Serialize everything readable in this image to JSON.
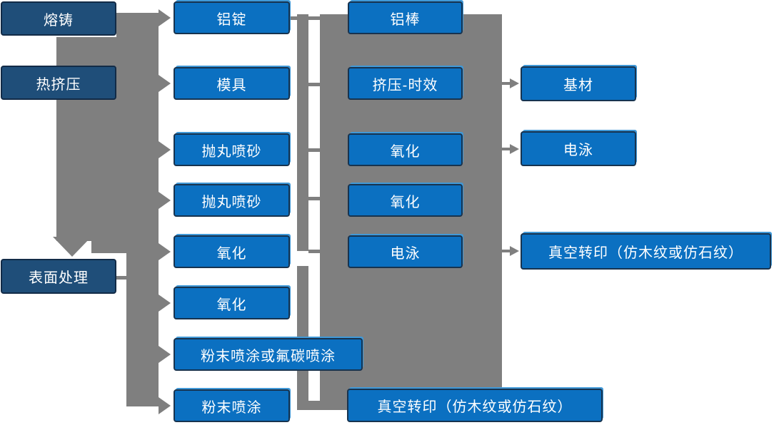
{
  "diagram": {
    "type": "flowchart",
    "title": "",
    "direction": "left-to-right",
    "description_visible_text_only": true
  },
  "nodes": {
    "melt_cast": "熔铸",
    "hot_extrusion": "热挤压",
    "surface_treatment": "表面处理",
    "al_ingot": "铝锭",
    "mold": "模具",
    "shot_blast_1": "抛丸喷砂",
    "shot_blast_2": "抛丸喷砂",
    "oxidation_1": "氧化",
    "oxidation_2": "氧化",
    "powder_or_fluorocarbon": "粉末喷涂或氟碳喷涂",
    "powder_coating": "粉末喷涂",
    "al_rod": "铝棒",
    "extrusion_aging": "挤压-时效",
    "oxidation_3": "氧化",
    "oxidation_4": "氧化",
    "electrophoresis_1": "电泳",
    "vacuum_transfer_1": "真空转印（仿木纹或仿石纹）",
    "substrate": "基材",
    "electrophoresis_2": "电泳",
    "vacuum_transfer_2": "真空转印（仿木纹或仿石纹）"
  },
  "edges": [
    {
      "from": "melt_cast",
      "to": "al_ingot"
    },
    {
      "from": "melt_cast",
      "to": "hot_extrusion"
    },
    {
      "from": "hot_extrusion",
      "to": "mold"
    },
    {
      "from": "hot_extrusion",
      "to": "shot_blast_1"
    },
    {
      "from": "hot_extrusion",
      "to": "shot_blast_2"
    },
    {
      "from": "hot_extrusion",
      "to": "oxidation_1"
    },
    {
      "from": "hot_extrusion",
      "to": "surface_treatment"
    },
    {
      "from": "surface_treatment",
      "to": "oxidation_1"
    },
    {
      "from": "surface_treatment",
      "to": "oxidation_2"
    },
    {
      "from": "surface_treatment",
      "to": "powder_or_fluorocarbon"
    },
    {
      "from": "surface_treatment",
      "to": "powder_coating"
    },
    {
      "from": "al_ingot",
      "to": "al_rod"
    },
    {
      "from": "extrusion_aging",
      "to": "substrate"
    },
    {
      "from": "oxidation_3",
      "to": "electrophoresis_2"
    },
    {
      "from": "electrophoresis_1",
      "to": "vacuum_transfer_2"
    },
    {
      "from": "powder_coating",
      "to": "vacuum_transfer_1"
    }
  ],
  "colors": {
    "node_fill": "#0B70C1",
    "node_fill_dark": "#1F4E79",
    "node_border": "#17334F",
    "node_border_dark": "#122B47",
    "node_highlight": "#4099D8",
    "connector": "#7F7F7F",
    "text": "#FFFFFF",
    "background": "#FFFFFF"
  }
}
